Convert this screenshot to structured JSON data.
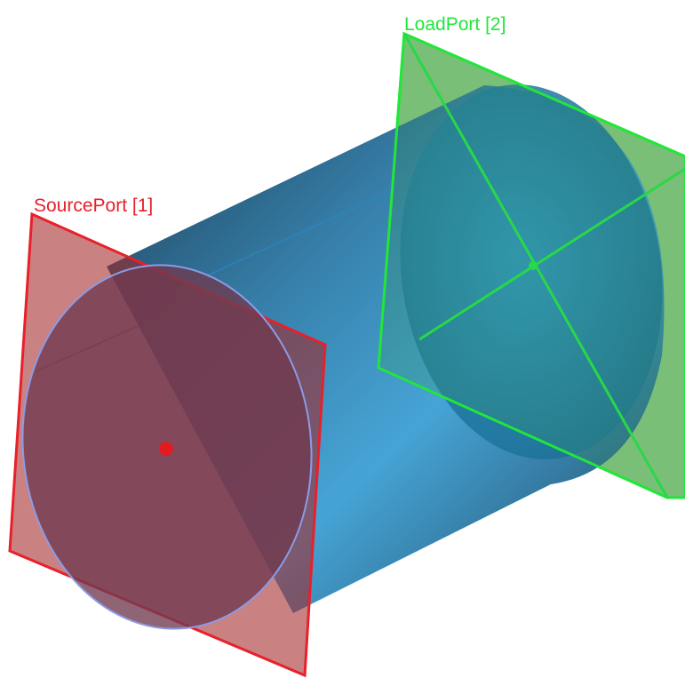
{
  "scene": {
    "ports": [
      {
        "id": "source",
        "label": "SourcePort [1]",
        "color": "#e8202a",
        "fill": "#a32628"
      },
      {
        "id": "load",
        "label": "LoadPort [2]",
        "color": "#22e63a",
        "fill": "#3aa235"
      }
    ],
    "cylinder_color": "#2e8fc2",
    "background": "#ffffff"
  }
}
